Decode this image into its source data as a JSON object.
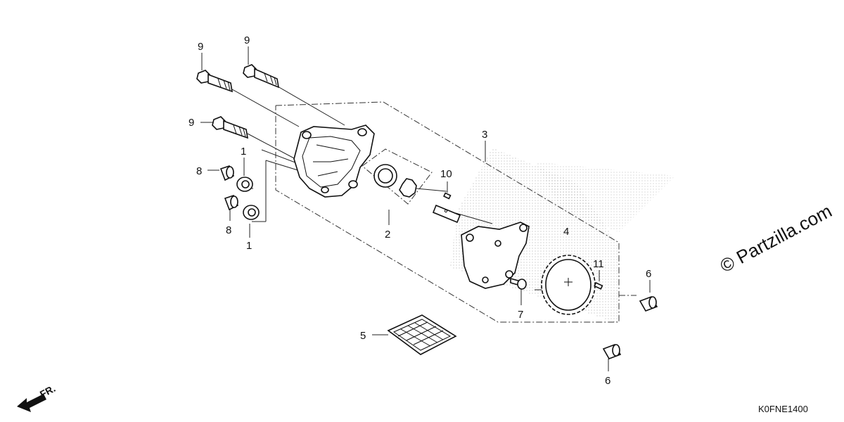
{
  "callouts": {
    "c9a": "9",
    "c9b": "9",
    "c9c": "9",
    "c1a": "1",
    "c1b": "1",
    "c8a": "8",
    "c8b": "8",
    "c2": "2",
    "c3": "3",
    "c4": "4",
    "c5": "5",
    "c6a": "6",
    "c6b": "6",
    "c7": "7",
    "c10": "10",
    "c11": "11"
  },
  "watermark": "© Partzilla.com",
  "diagram_code": "K0FNE1400",
  "direction_label": "FR."
}
